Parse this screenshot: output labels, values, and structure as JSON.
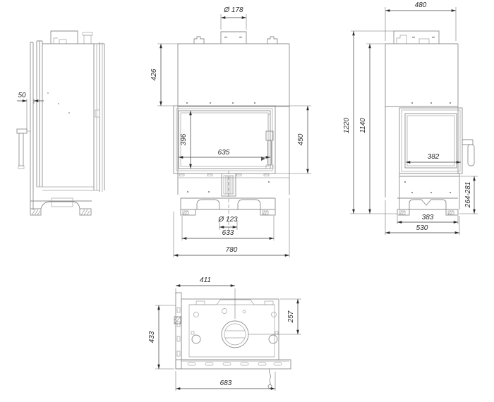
{
  "drawing": {
    "type": "technical-orthographic-views-fireplace-insert",
    "views": {
      "side_left": {
        "name": "left side view",
        "dims": {
          "front_lip": "50"
        }
      },
      "front": {
        "name": "front view",
        "dims": {
          "flue_diameter": "Ø 178",
          "top_to_door": "426",
          "glass_height": "396",
          "glass_width": "635",
          "door_height": "450",
          "air_inlet_diameter": "Ø 123",
          "feet_span": "633",
          "overall_width": "780"
        }
      },
      "side_right": {
        "name": "right side view",
        "dims": {
          "body_depth": "480",
          "overall_height": "1220",
          "body_height": "1140",
          "side_glass_width": "382",
          "base_height_range": "264-281",
          "feet_span": "383",
          "overall_depth": "530"
        }
      },
      "bottom": {
        "name": "bottom view",
        "dims": {
          "flue_center_offset": "411",
          "flue_side_offset": "257",
          "base_depth": "433",
          "base_width": "683"
        }
      }
    }
  }
}
